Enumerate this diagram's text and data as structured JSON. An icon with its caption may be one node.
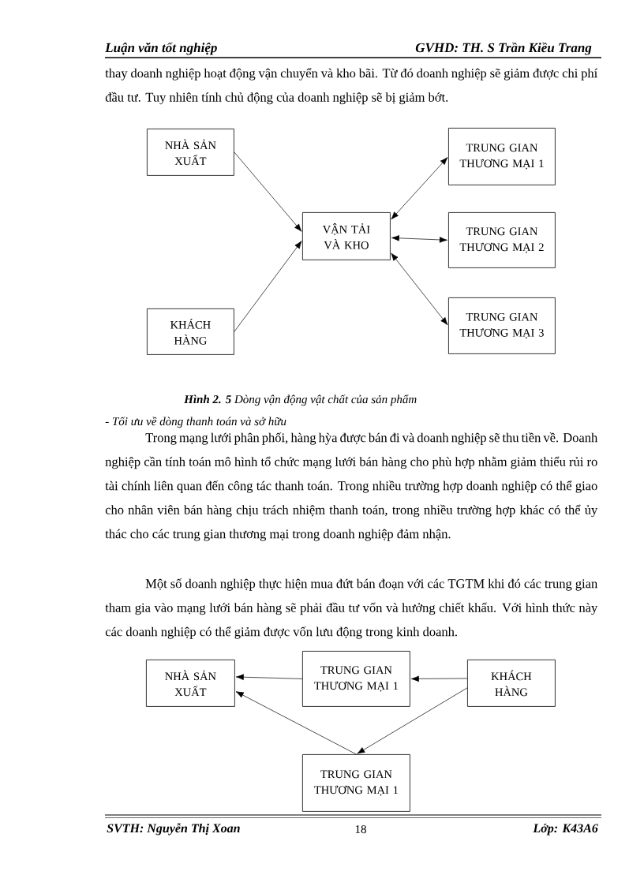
{
  "diagram": {
    "nodes": [
      {
        "text": [
          "NHÀ SẢN XUẤT"
        ]
      },
      {
        "text": [
          "KHÁCH HÀNG"
        ]
      },
      {
        "text": [
          "VẬN TẢI VÀ KHO"
        ]
      },
      {
        "text": [
          "TRUNG GIAN THƯƠNG MẠI 1"
        ]
      },
      {
        "text": [
          "TRUNG GIAN THƯƠNG MẠI 2"
        ]
      },
      {
        "text": [
          "TRUNG GIAN THƯƠNG MẠI 3"
        ]
      },
      {
        "text": [
          "NHÀ SẢN XUẤT"
        ]
      },
      {
        "text": [
          "TRUNG GIAN THƯƠNG MẠI 1"
        ]
      },
      {
        "text": [
          "KHÁCH HÀNG"
        ]
      },
      {
        "text": [
          "TRUNG GIAN THƯƠNG MẠI 1"
        ]
      }
    ],
    "edges": [
      {
        "from": 0,
        "to": 2,
        "arrow": "to"
      },
      {
        "from": 1,
        "to": 2,
        "arrow": "to"
      },
      {
        "from": 2,
        "to": 3,
        "arrow": "both"
      },
      {
        "from": 2,
        "to": 4,
        "arrow": "both"
      },
      {
        "from": 2,
        "to": 5,
        "arrow": "both"
      },
      {
        "from": 7,
        "to": 6,
        "arrow": "to"
      },
      {
        "from": 8,
        "to": 7,
        "arrow": "to"
      },
      {
        "from": 9,
        "to": 6,
        "arrow": "to"
      },
      {
        "from": 8,
        "to": 9,
        "arrow": "to"
      }
    ],
    "labels": [
      "Luận văn tốt nghiệp",
      "GVHD: TH. S Trần Kiều Trang",
      "thay doanh nghiệp hoạt động vận chuyển và kho bãi. Từ đó doanh nghiệp sẽ giảm được chi phí đầu tư. Tuy nhiên tính chủ động của doanh nghiệp sẽ bị giảm bớt.",
      "**Hình 2. 5** Dòng vận động vật chất của sản phẩm",
      "- Tối ưu về dòng thanh toán và sở hữu",
      "Trong mạng lưới phân phối, hàng hỳa được bán đi và doanh nghiệp sẽ thu tiền về. Doanh nghiệp cần tính toán mô hình tổ chức mạng lưới bán hàng cho phù hợp nhằm giảm thiểu rủi ro tài chính liên quan đến công tác thanh toán. Trong nhiều trường hợp doanh nghiệp có thể giao cho nhân viên bán hàng chịu trách nhiệm thanh toán, trong nhiều trường hợp khác có thể ủy thác cho các trung gian thương mại trong doanh nghiệp đảm nhận.",
      "Một số doanh nghiệp thực hiện mua đứt bán đoạn với các TGTM khi đó các trung gian tham gia vào mạng lưới bán hàng sẽ phải đầu tư vốn và hưởng chiết khấu. Với hình thức này các doanh nghiệp có thể giảm được vốn lưu động trong kinh doanh.",
      "SVTH: Nguyễn Thị Xoan",
      "18",
      "Lớp: K43A6"
    ]
  }
}
